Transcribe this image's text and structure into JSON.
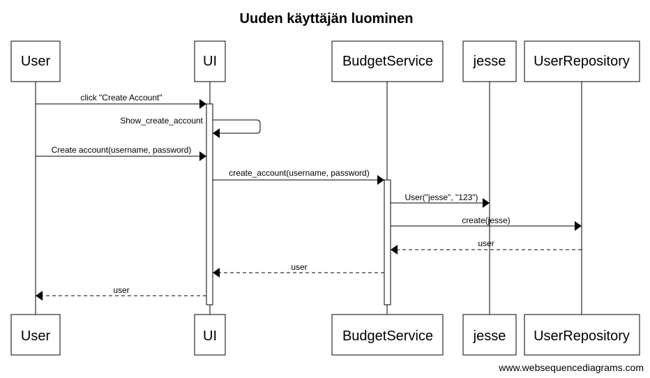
{
  "diagram": {
    "title": "Uuden käyttäjän luominen",
    "footer": "www.websequencediagrams.com",
    "participants": [
      {
        "id": "user",
        "label": "User"
      },
      {
        "id": "ui",
        "label": "UI"
      },
      {
        "id": "budgetservice",
        "label": "BudgetService"
      },
      {
        "id": "jesse",
        "label": "jesse"
      },
      {
        "id": "userrepository",
        "label": "UserRepository"
      }
    ],
    "messages": [
      {
        "from": "user",
        "to": "ui",
        "label": "click \"Create Account\"",
        "style": "solid"
      },
      {
        "from": "ui",
        "to": "ui",
        "label": "Show_create_account",
        "style": "solid"
      },
      {
        "from": "user",
        "to": "ui",
        "label": "Create account(username, password)",
        "style": "solid"
      },
      {
        "from": "ui",
        "to": "budgetservice",
        "label": "create_account(username, password)",
        "style": "solid"
      },
      {
        "from": "budgetservice",
        "to": "jesse",
        "label": "User(\"jesse\", \"123\")",
        "style": "solid"
      },
      {
        "from": "budgetservice",
        "to": "userrepository",
        "label": "create(jesse)",
        "style": "solid"
      },
      {
        "from": "userrepository",
        "to": "budgetservice",
        "label": "user",
        "style": "dashed"
      },
      {
        "from": "budgetservice",
        "to": "ui",
        "label": "user",
        "style": "dashed"
      },
      {
        "from": "ui",
        "to": "user",
        "label": "user",
        "style": "dashed"
      }
    ]
  }
}
